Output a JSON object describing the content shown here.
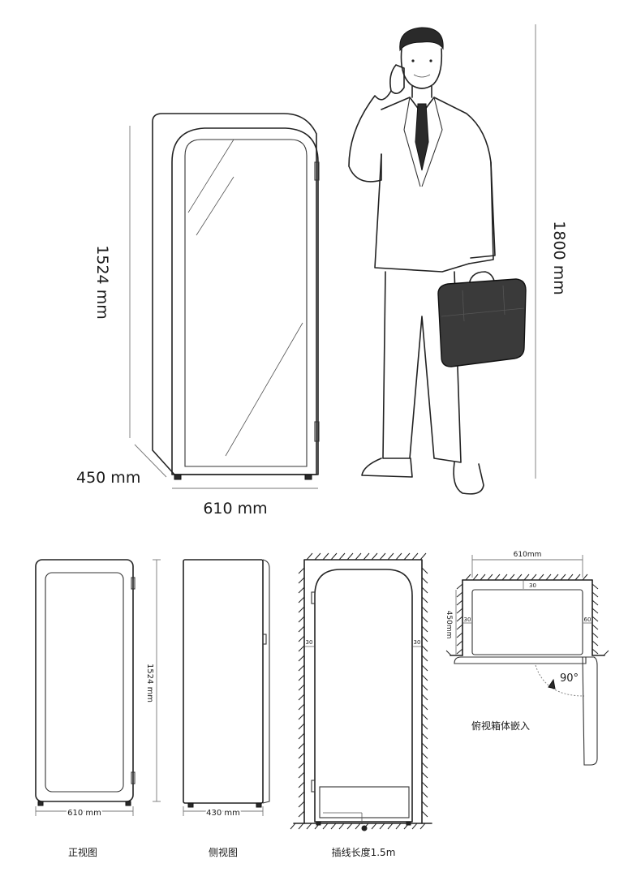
{
  "hero": {
    "height_label": "1524 mm",
    "depth_label": "450 mm",
    "width_label": "610 mm",
    "person_height_label": "1800 mm"
  },
  "front_view": {
    "width_label": "610 mm",
    "height_label": "1524 mm",
    "caption": "正视图"
  },
  "side_view": {
    "depth_label": "430 mm",
    "caption": "侧视图"
  },
  "install_view": {
    "left_gap": "30",
    "right_gap": "30",
    "caption": "插线长度1.5m"
  },
  "top_view": {
    "width_label": "610mm",
    "depth_label": "450mm",
    "top_gap": "30",
    "left_gap": "30",
    "right_gap": "60",
    "angle_label": "90°",
    "caption": "俯视箱体嵌入"
  }
}
